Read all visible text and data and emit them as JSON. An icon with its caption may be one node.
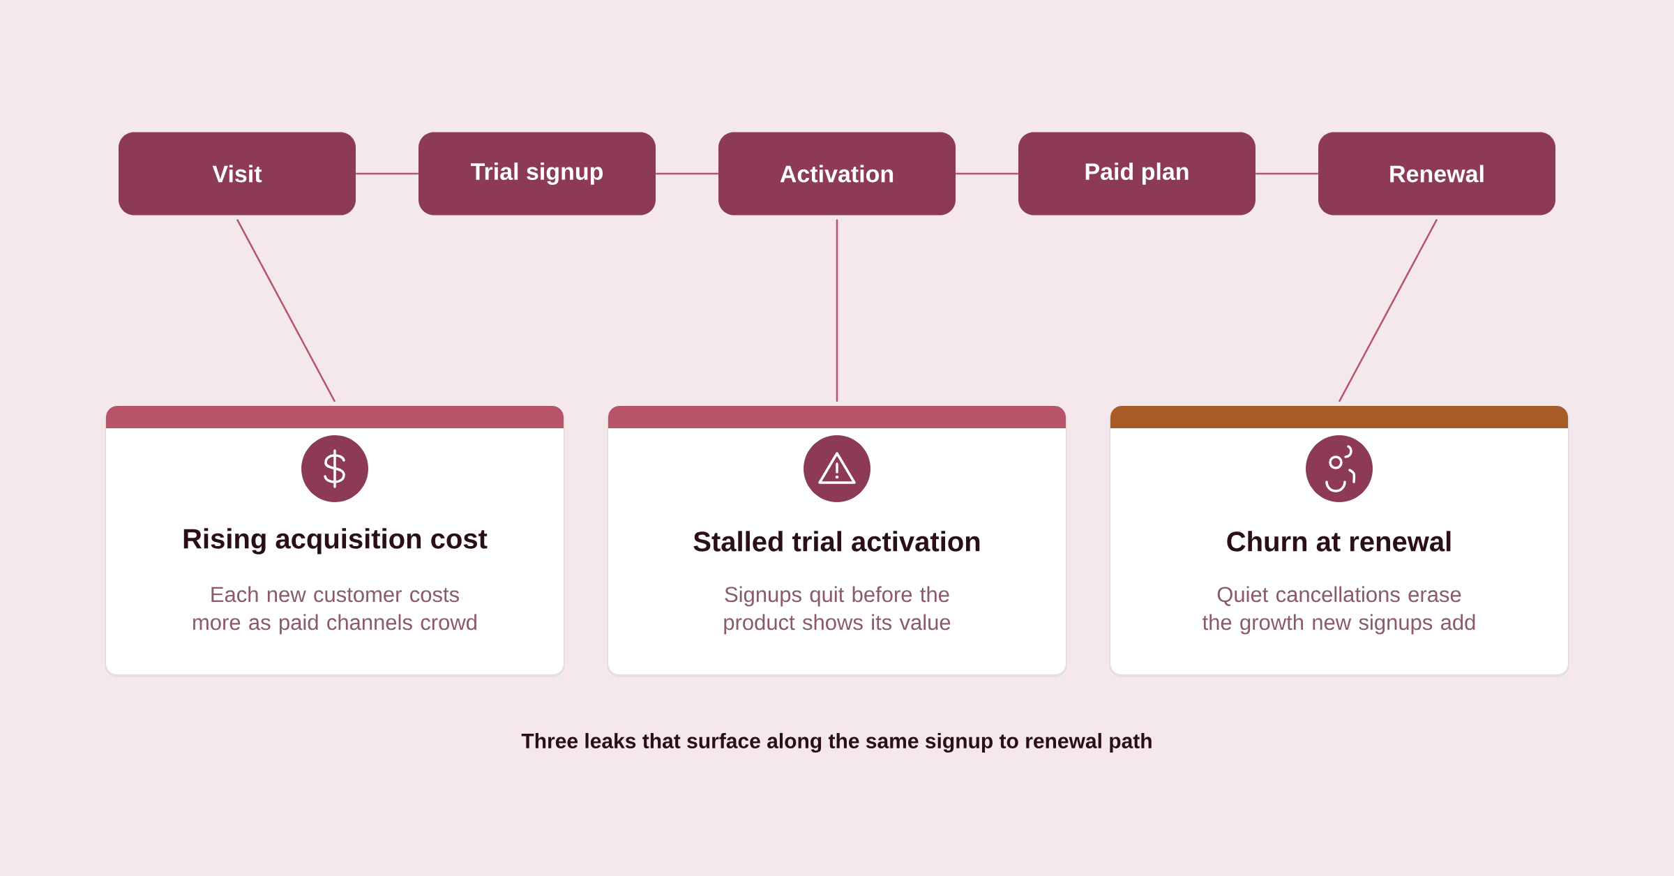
{
  "diagram": {
    "caption": "Three leaks that surface along the same signup to renewal path",
    "nodes": [
      {
        "text": [
          "Visit"
        ]
      },
      {
        "text": [
          "Trial signup"
        ]
      },
      {
        "text": [
          "Activation"
        ]
      },
      {
        "text": [
          "Paid plan"
        ]
      },
      {
        "text": [
          "Renewal"
        ]
      },
      {
        "text": [
          "Rising acquisition cost",
          "Each new customer costs more as paid channels crowd"
        ]
      },
      {
        "text": [
          "Stalled trial activation",
          "Signups quit before the product shows its value"
        ]
      },
      {
        "text": [
          "Churn at renewal",
          "Quiet cancellations erase the growth new signups add"
        ]
      }
    ],
    "edges": [
      {
        "from": 0,
        "to": 1,
        "arrow": "none"
      },
      {
        "from": 1,
        "to": 2,
        "arrow": "none"
      },
      {
        "from": 2,
        "to": 3,
        "arrow": "none"
      },
      {
        "from": 3,
        "to": 4,
        "arrow": "none"
      },
      {
        "from": 0,
        "to": 5,
        "arrow": "none"
      },
      {
        "from": 2,
        "to": 6,
        "arrow": "none"
      },
      {
        "from": 4,
        "to": 7,
        "arrow": "none"
      }
    ]
  }
}
